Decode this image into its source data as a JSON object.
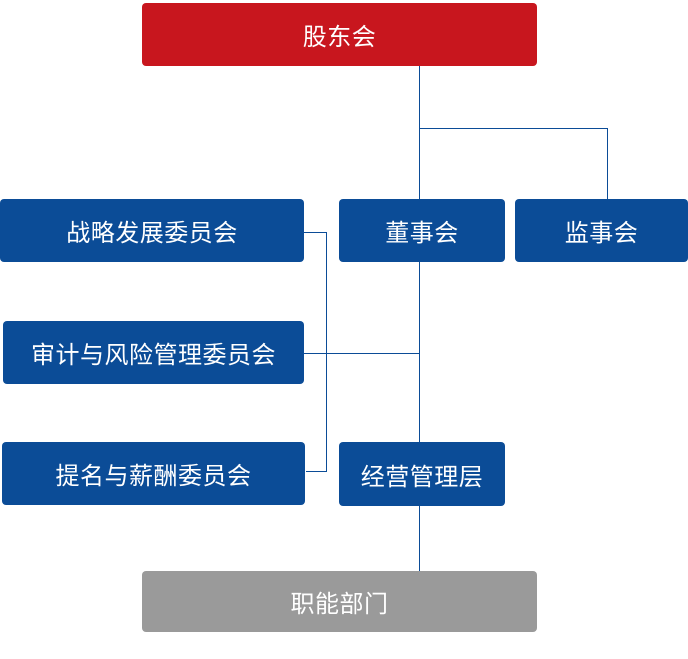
{
  "colors": {
    "top_box": "#c8161e",
    "main_boxes": "#0b4c97",
    "bottom_box": "#9a9a9a",
    "connector": "#0b4c97",
    "text": "#ffffff"
  },
  "nodes": {
    "shareholders": "股东会",
    "board": "董事会",
    "supervisors": "监事会",
    "strategy_committee": "战略发展委员会",
    "audit_committee": "审计与风险管理委员会",
    "nomination_committee": "提名与薪酬委员会",
    "management": "经营管理层",
    "departments": "职能部门"
  }
}
